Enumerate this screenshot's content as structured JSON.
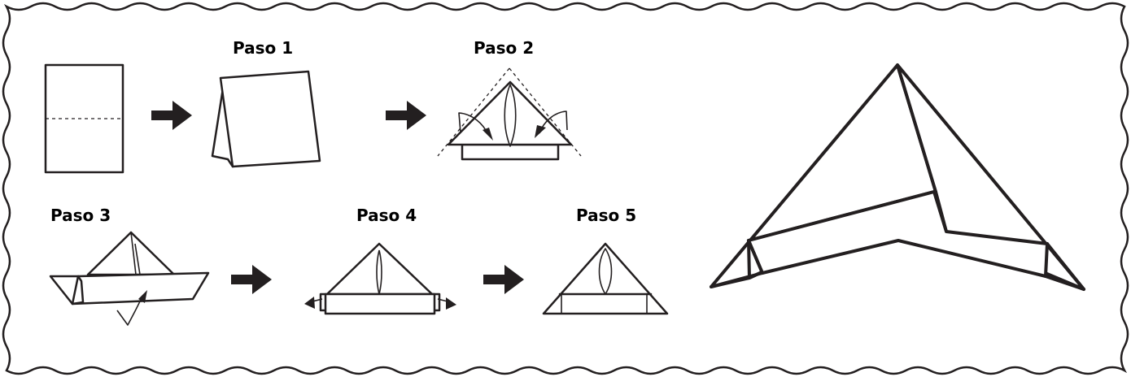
{
  "steps": {
    "step1": "Paso 1",
    "step2": "Paso 2",
    "step3": "Paso 3",
    "step4": "Paso 4",
    "step5": "Paso 5"
  }
}
